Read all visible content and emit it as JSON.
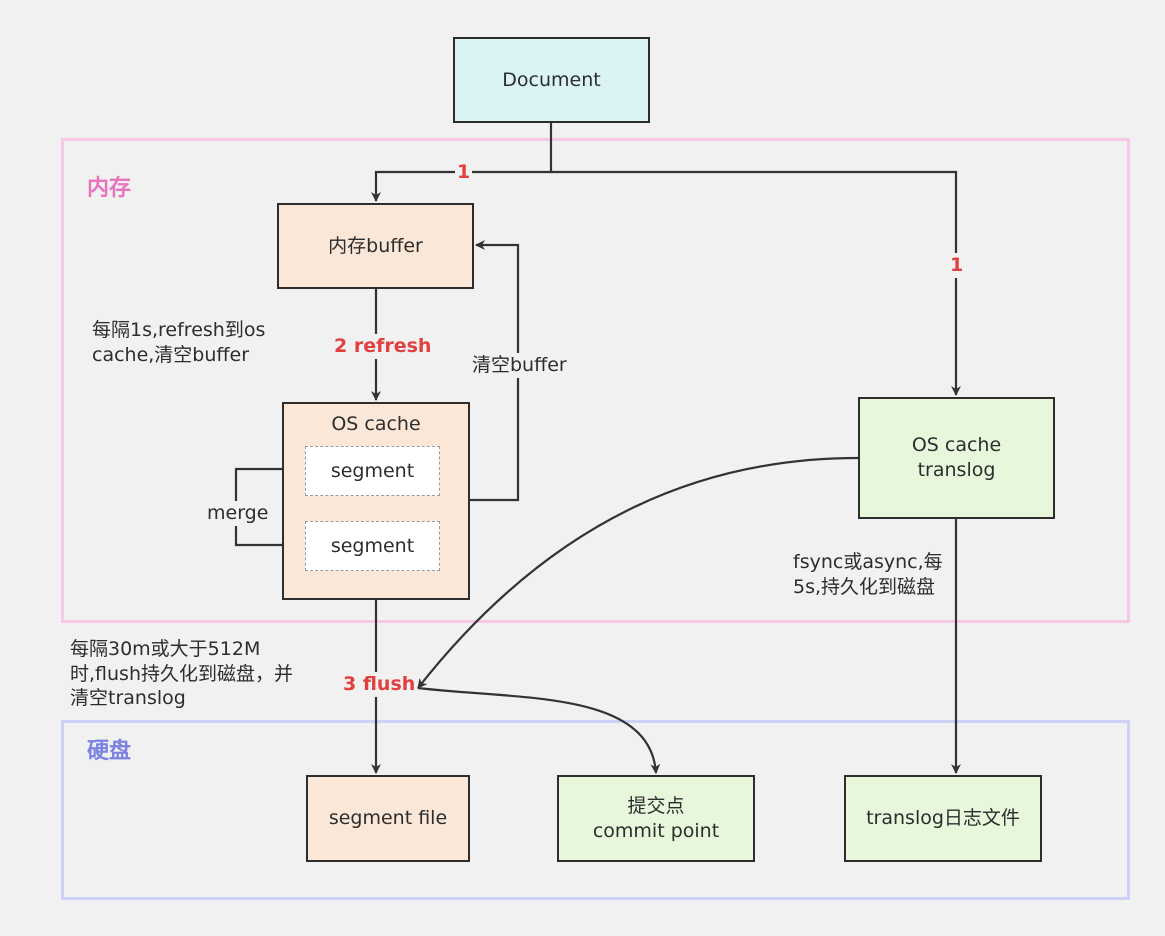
{
  "regions": {
    "memory_label": "内存",
    "disk_label": "硬盘"
  },
  "nodes": {
    "document": "Document",
    "mem_buffer": "内存buffer",
    "os_cache": "OS cache",
    "segment_1": "segment",
    "segment_2": "segment",
    "os_cache_translog_line1": "OS cache",
    "os_cache_translog_line2": "translog",
    "segment_file": "segment file",
    "commit_line1": "提交点",
    "commit_line2": "commit point",
    "translog_file": "translog日志文件"
  },
  "labels": {
    "step1_left": "1",
    "step1_right": "1",
    "step2": "2 refresh",
    "step3": "3 flush",
    "clear_buffer": "清空buffer",
    "merge": "merge",
    "refresh_note_line1": "每隔1s,refresh到os",
    "refresh_note_line2": "cache,清空buffer",
    "flush_note_line1": "每隔30m或大于512M",
    "flush_note_line2": "时,flush持久化到磁盘，并",
    "flush_note_line3": "清空translog",
    "fsync_note_line1": "fsync或async,每",
    "fsync_note_line2": "5s,持久化到磁盘"
  },
  "colors": {
    "memory_region_border": "#f7c8e6",
    "disk_region_border": "#cdd0f7",
    "document_fill": "#daf4f5",
    "buffer_fill": "#fae7d7",
    "translog_fill": "#e6f7dc",
    "step_label": "#e0413f"
  }
}
